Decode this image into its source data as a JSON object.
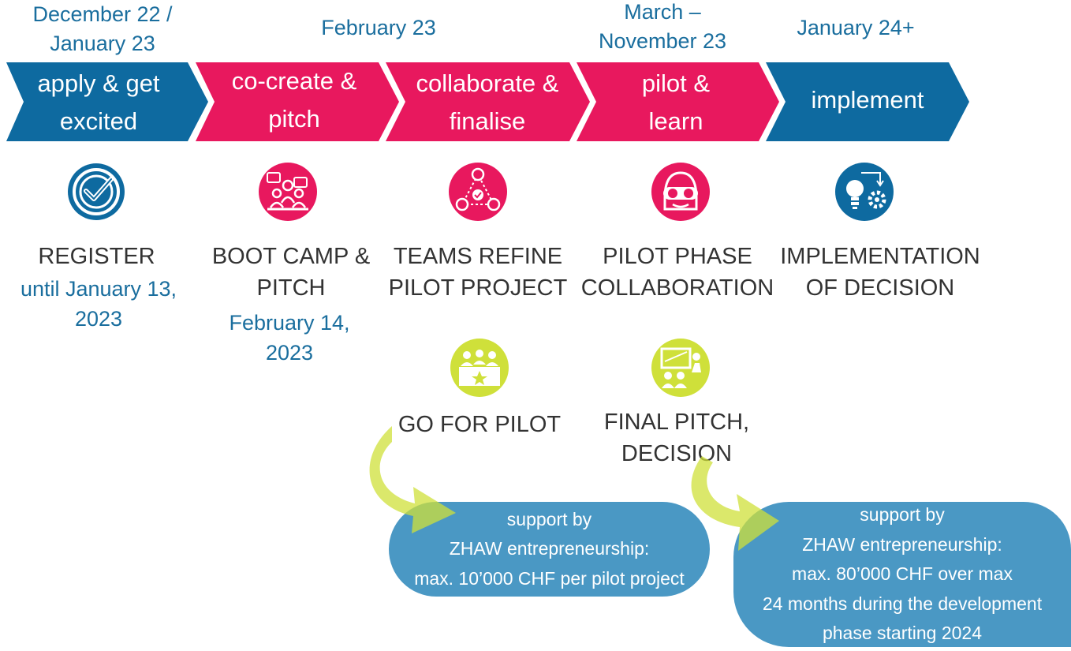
{
  "colors": {
    "blue": "#0e6aa0",
    "pink": "#e8185e",
    "lime": "#cfe03a",
    "bubble": "#4a98c4",
    "date_text": "#1a6e9e",
    "heading_text": "#333333"
  },
  "timeline": {
    "dates": [
      "December 22 /\nJanuary 23",
      "February 23",
      "March –\nNovember 23",
      "January 24+"
    ],
    "phases": [
      {
        "label": "apply & get\nexcited",
        "color": "blue"
      },
      {
        "label": "co-create &\npitch",
        "color": "pink"
      },
      {
        "label": "collaborate &\nfinalise",
        "color": "pink"
      },
      {
        "label": "pilot &\nlearn",
        "color": "pink"
      },
      {
        "label": "implement",
        "color": "blue"
      }
    ]
  },
  "steps": [
    {
      "icon": "checkmark-circle-icon",
      "heading": "REGISTER",
      "date": "until January 13,\n2023"
    },
    {
      "icon": "team-discussion-icon",
      "heading": "BOOT CAMP &\nPITCH",
      "date": "February 14,\n2023"
    },
    {
      "icon": "collaboration-network-icon",
      "heading": "TEAMS REFINE\nPILOT PROJECT"
    },
    {
      "icon": "pilot-helmet-icon",
      "heading": "PILOT PHASE\nCOLLABORATION"
    },
    {
      "icon": "lightbulb-gear-icon",
      "heading": "IMPLEMENTATION\nOF DECISION"
    }
  ],
  "milestones": [
    {
      "icon": "jury-panel-icon",
      "heading": "GO FOR PILOT"
    },
    {
      "icon": "presentation-icon",
      "heading": "FINAL PITCH,\nDECISION"
    }
  ],
  "support": [
    {
      "text": "support by\nZHAW entrepreneurship:\nmax. 10’000 CHF per pilot project"
    },
    {
      "text": "support by\nZHAW entrepreneurship:\nmax. 80’000 CHF over max\n24 months during the development\nphase starting 2024"
    }
  ]
}
